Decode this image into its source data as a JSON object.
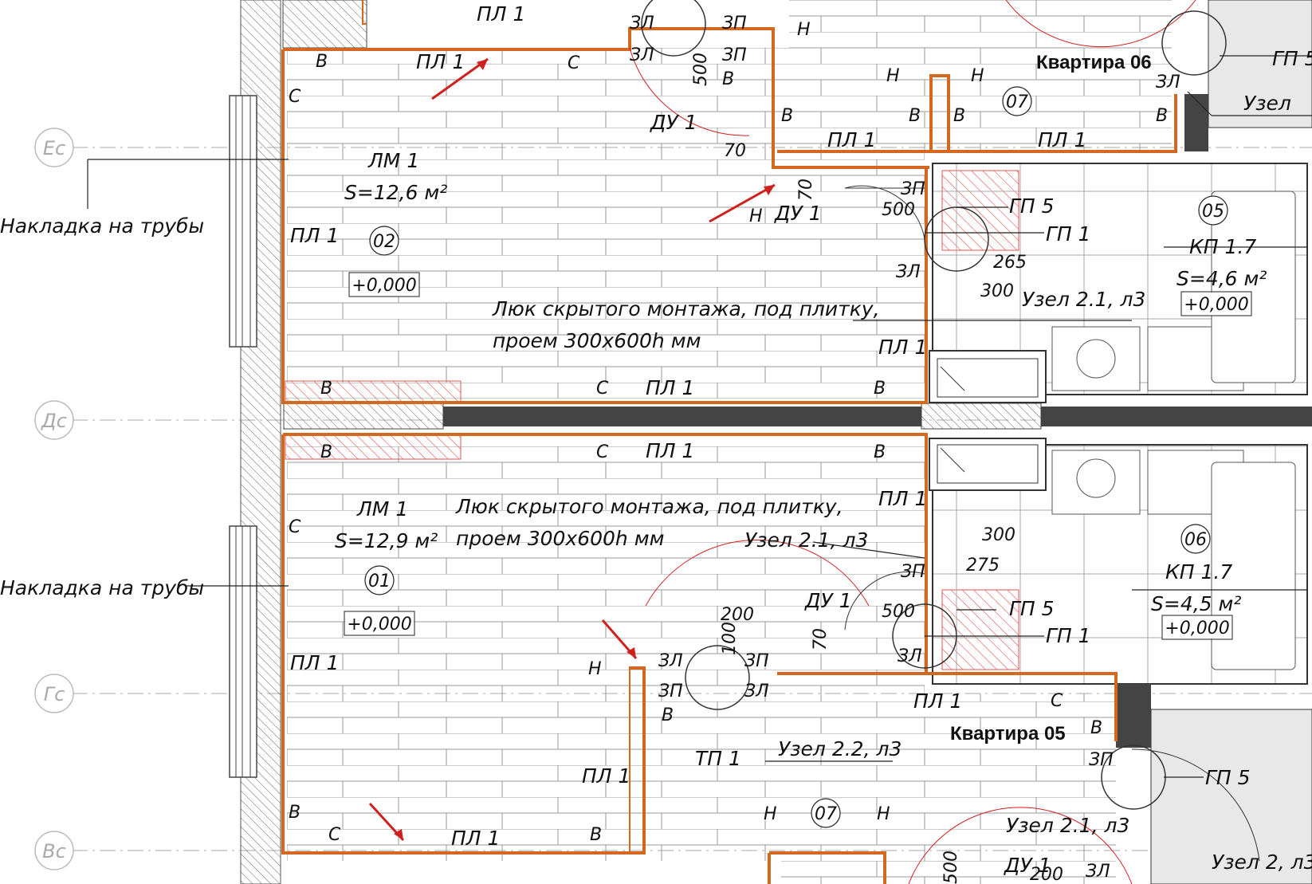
{
  "axes": [
    "Ес",
    "Дс",
    "Гс",
    "Вс"
  ],
  "apartments": {
    "apt06": "Квартира 06",
    "apt05": "Квартира 05"
  },
  "rooms": {
    "r02": {
      "num": "02",
      "finish": "ЛМ 1",
      "area": "S=12,6 м²",
      "level": "+0,000"
    },
    "r01": {
      "num": "01",
      "finish": "ЛМ 1",
      "area": "S=12,9 м²",
      "level": "+0,000"
    },
    "r05": {
      "num": "05",
      "finish": "КП 1.7",
      "area": "S=4,6 м²",
      "level": "+0,000"
    },
    "r06": {
      "num": "06",
      "finish": "КП 1.7",
      "area": "S=4,5 м²",
      "level": "+0,000"
    },
    "r07a": {
      "num": "07"
    },
    "r07b": {
      "num": "07"
    }
  },
  "notes": {
    "pipes_cover": "Накладка на трубы",
    "hatch_line1": "Люк скрытого монтажа, под плитку,",
    "hatch_line2": "проем 300х600h мм"
  },
  "labels": {
    "pl1": "ПЛ 1",
    "du1": "ДУ 1",
    "tp1": "ТП 1",
    "gp5": "ГП 5",
    "gp1": "ГП 1",
    "uzel21": "Узел 2.1, л3",
    "uzel22": "Узел 2.2, л3",
    "uzel2": "Узел 2, л3",
    "uzel": "Узел",
    "gp5cut": "ГП 5",
    "zl": "ЗЛ",
    "zp": "ЗП",
    "v": "В",
    "s": "С",
    "n": "Н",
    "du_top": "ДУ 1"
  },
  "dimensions": [
    "500",
    "70",
    "70",
    "500",
    "265",
    "300",
    "300",
    "275",
    "500",
    "200",
    "100",
    "70",
    "200",
    "500"
  ]
}
